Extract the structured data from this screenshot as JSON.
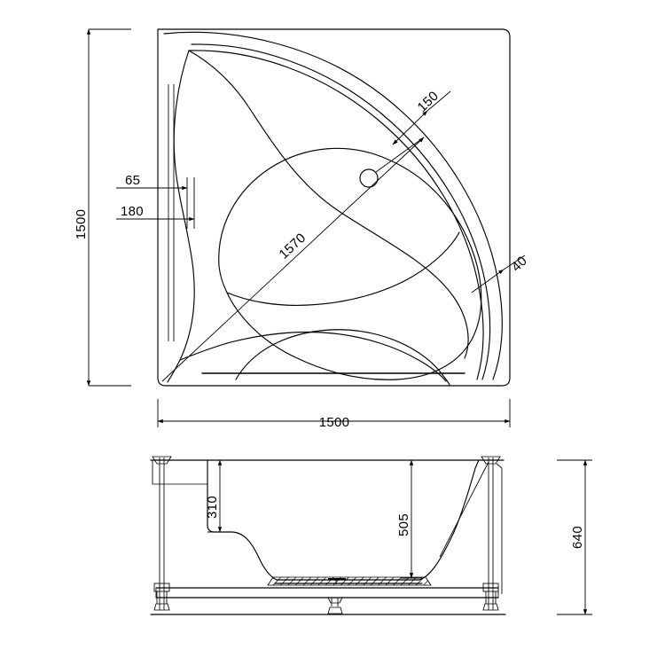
{
  "drawing": {
    "title": "Corner Bathtub Technical Drawing",
    "background_color": "#ffffff",
    "line_color": "#000000",
    "units": "mm"
  },
  "plan_view": {
    "name": "plan-view",
    "dimensions": {
      "width_overall": "1500",
      "height_overall": "1500",
      "diagonal": "1570",
      "rim_width_upper": "150",
      "rim_edge": "40",
      "offset_inner": "65",
      "offset_outer": "180"
    },
    "features": {
      "drain_label": "drain-circle",
      "diagonal_label": "1570",
      "apron_line": "apron-line"
    }
  },
  "section_view": {
    "name": "section-view",
    "dimensions": {
      "seat_height": "310",
      "basin_depth": "505",
      "overall_height": "640"
    },
    "features": {
      "legs": "adjustable-legs",
      "frame": "support-frame",
      "base_plate": "hatched-base-plate"
    }
  },
  "labels": [
    {
      "id": "lbl-1500-v",
      "text": "1500",
      "view": "plan",
      "orientation": "vertical"
    },
    {
      "id": "lbl-1500-h",
      "text": "1500",
      "view": "plan",
      "orientation": "horizontal"
    },
    {
      "id": "lbl-65",
      "text": "65",
      "view": "plan",
      "orientation": "horizontal"
    },
    {
      "id": "lbl-180",
      "text": "180",
      "view": "plan",
      "orientation": "horizontal"
    },
    {
      "id": "lbl-150",
      "text": "150",
      "view": "plan",
      "orientation": "rotated"
    },
    {
      "id": "lbl-40",
      "text": "40",
      "view": "plan",
      "orientation": "rotated"
    },
    {
      "id": "lbl-1570",
      "text": "1570",
      "view": "plan",
      "orientation": "rotated"
    },
    {
      "id": "lbl-310",
      "text": "310",
      "view": "section",
      "orientation": "vertical"
    },
    {
      "id": "lbl-505",
      "text": "505",
      "view": "section",
      "orientation": "vertical"
    },
    {
      "id": "lbl-640",
      "text": "640",
      "view": "section",
      "orientation": "vertical"
    }
  ]
}
